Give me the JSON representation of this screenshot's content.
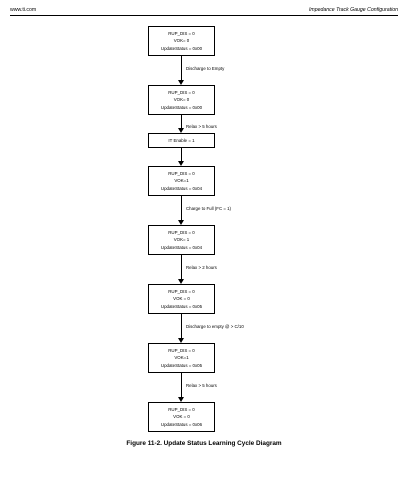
{
  "header": {
    "left": "www.ti.com",
    "right": "Impedance Track Gauge Configuration"
  },
  "diagram": {
    "nodes": [
      {
        "lines": [
          "RUP_DIS = 0",
          "VOK= 0",
          "UpdateStatus = 0x00"
        ]
      },
      {
        "lines": [
          "RUP_DIS = 0",
          "VOK= 0",
          "UpdateStatus = 0x00"
        ]
      },
      {
        "lines": [
          "IT Enable = 1"
        ]
      },
      {
        "lines": [
          "RUP_DIS = 0",
          "VOK=1",
          "UpdateStatus = 0x04"
        ]
      },
      {
        "lines": [
          "RUP_DIS = 0",
          "VOK= 1",
          "UpdateStatus = 0x04"
        ]
      },
      {
        "lines": [
          "RUP_DIS = 0",
          "VOK = 0",
          "UpdateStatus = 0x05"
        ]
      },
      {
        "lines": [
          "RUP_DIS = 0",
          "VOK=1",
          "UpdateStatus = 0x05"
        ]
      },
      {
        "lines": [
          "RUP_DIS = 0",
          "VOK = 0",
          "UpdateStatus = 0x06"
        ]
      }
    ],
    "edges": [
      {
        "label": "Discharge to Empty"
      },
      {
        "label": "Relax > 5 hours"
      },
      {
        "label": ""
      },
      {
        "label": "Charge to Full (FC = 1)"
      },
      {
        "label": "Relax > 2 hours"
      },
      {
        "label": "Discharge to empty @ > C/10"
      },
      {
        "label": "Relax > 5 hours"
      }
    ]
  },
  "caption": "Figure 11-2. Update Status Learning Cycle Diagram"
}
